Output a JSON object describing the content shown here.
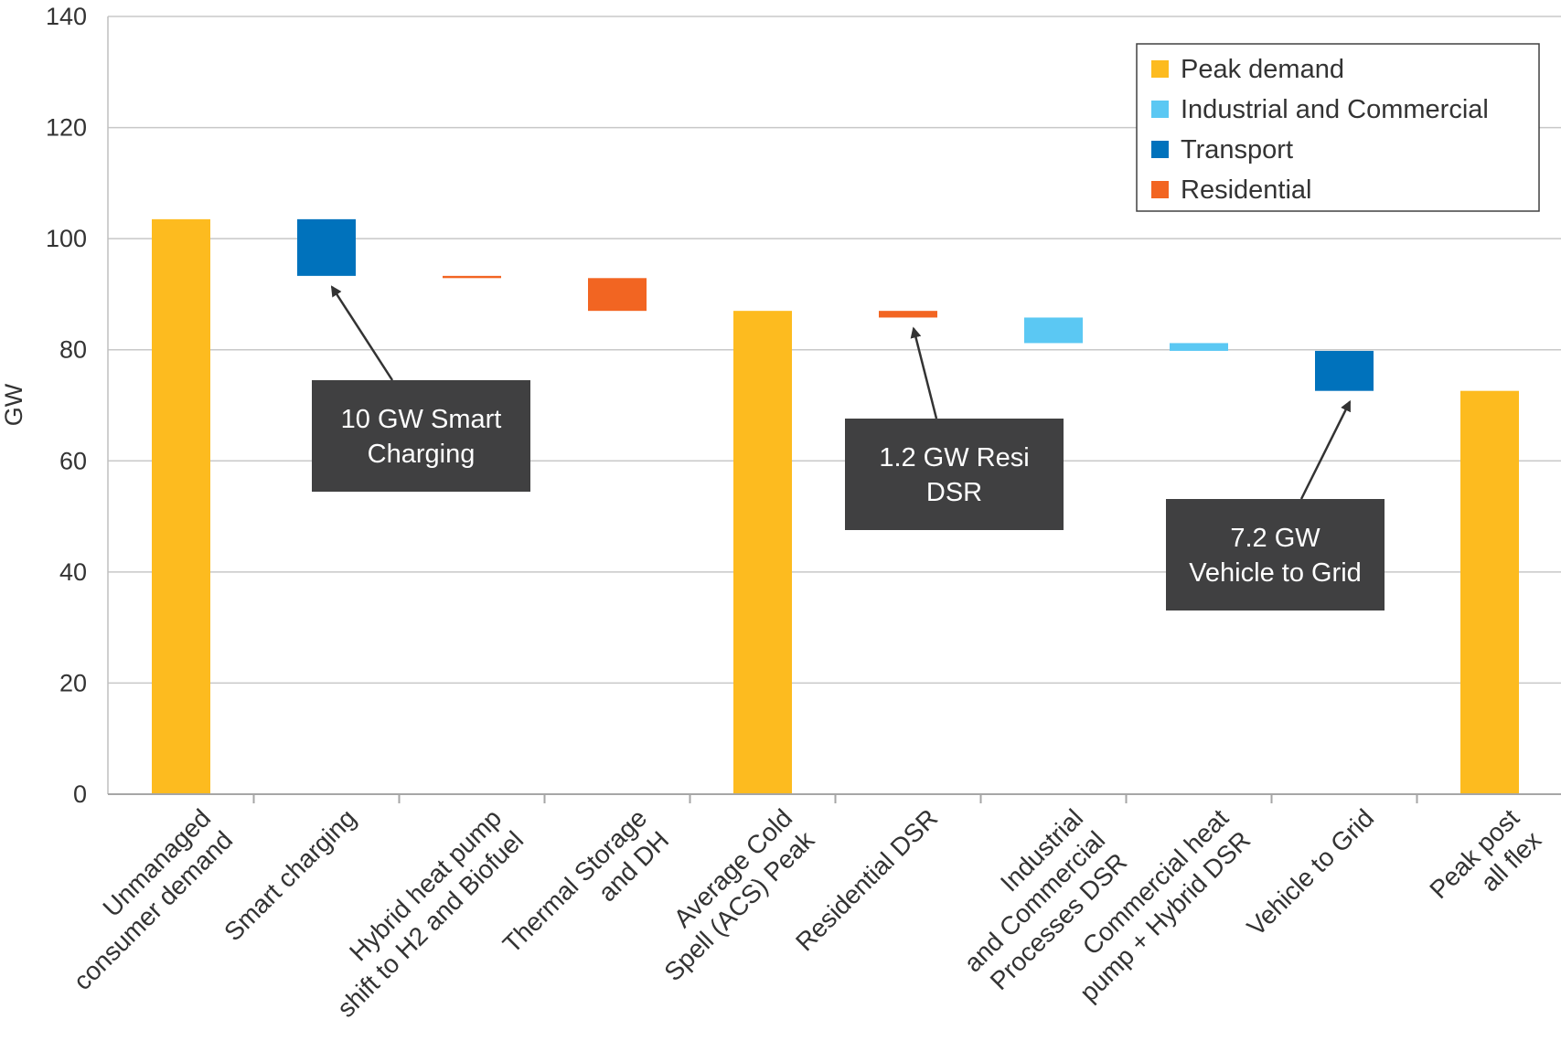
{
  "chart_data": {
    "type": "bar",
    "subtype": "waterfall",
    "ylabel": "GW",
    "ylim": [
      0,
      140
    ],
    "yticks": [
      0,
      20,
      40,
      60,
      80,
      100,
      120,
      140
    ],
    "grid": true,
    "legend_position": "top-right",
    "categories": [
      [
        "Unmanaged",
        "consumer demand"
      ],
      [
        "Smart charging"
      ],
      [
        "Hybrid heat pump",
        "shift to H2 and Biofuel"
      ],
      [
        "Thermal Storage",
        "and DH"
      ],
      [
        "Average Cold",
        "Spell (ACS) Peak"
      ],
      [
        "Residential DSR"
      ],
      [
        "Industrial",
        "and Commercial",
        "Processes DSR"
      ],
      [
        "Commercial heat",
        "pump + Hybrid DSR"
      ],
      [
        "Vehicle to Grid"
      ],
      [
        "Peak post",
        "all flex"
      ]
    ],
    "bars": [
      {
        "from": 0,
        "to": 103.5,
        "series": "Peak demand"
      },
      {
        "from": 93.3,
        "to": 103.5,
        "series": "Transport"
      },
      {
        "from": 92.9,
        "to": 93.3,
        "series": "Residential"
      },
      {
        "from": 87.0,
        "to": 92.9,
        "series": "Residential"
      },
      {
        "from": 0,
        "to": 87.0,
        "series": "Peak demand"
      },
      {
        "from": 85.8,
        "to": 87.0,
        "series": "Residential"
      },
      {
        "from": 81.2,
        "to": 85.8,
        "series": "Industrial and Commercial"
      },
      {
        "from": 79.8,
        "to": 81.2,
        "series": "Industrial and Commercial"
      },
      {
        "from": 72.6,
        "to": 79.8,
        "series": "Transport"
      },
      {
        "from": 0,
        "to": 72.6,
        "series": "Peak demand"
      }
    ],
    "series": [
      {
        "name": "Peak demand",
        "color": "#FDBB1F"
      },
      {
        "name": "Industrial and Commercial",
        "color": "#5BC8F3"
      },
      {
        "name": "Transport",
        "color": "#0072BC"
      },
      {
        "name": "Residential",
        "color": "#F26522"
      }
    ],
    "annotations": [
      {
        "lines": [
          "10 GW Smart",
          "Charging"
        ],
        "target_bar": 1,
        "target_value": 93.3
      },
      {
        "lines": [
          "1.2 GW Resi",
          "DSR"
        ],
        "target_bar": 5,
        "target_value": 85.8
      },
      {
        "lines": [
          "7.2 GW",
          "Vehicle to Grid"
        ],
        "target_bar": 8,
        "target_value": 72.6
      }
    ]
  }
}
